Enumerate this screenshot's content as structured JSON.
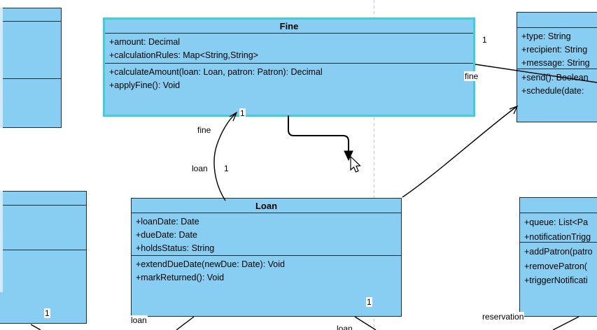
{
  "app": {
    "description": "UML class diagram editor canvas (library system model), one class selected, connector drag in progress"
  },
  "colors": {
    "canvas_bg": "#ffffff",
    "shape_fill": "#87cef2",
    "shape_stroke": "#1b2f3e",
    "selection_highlight": "#3ecfda",
    "edge_color": "#000000",
    "page_boundary_dash": "#c6c6c6",
    "label_bg": "#ffffff"
  },
  "classes": {
    "fine": {
      "title": "Fine",
      "selected": true,
      "attributes": [
        "+amount: Decimal",
        "+calculationRules: Map<String,String>"
      ],
      "methods": [
        "+calculateAmount(loan: Loan, patron: Patron): Decimal",
        "+applyFine(): Void"
      ]
    },
    "loan": {
      "title": "Loan",
      "attributes": [
        "+loanDate: Date",
        "+dueDate: Date",
        "+holdsStatus: String"
      ],
      "methods": [
        "+extendDueDate(newDue: Date): Void",
        "+markReturned(): Void"
      ]
    },
    "notification": {
      "title": "",
      "attributes": [
        "+type: String",
        "+recipient: String",
        "+message: String"
      ],
      "methods": [
        "+send(): Boolean",
        "+schedule(date:"
      ]
    },
    "reservation": {
      "title": "",
      "attributes": [
        "+queue: List<Pa",
        "+notificationTrigg"
      ],
      "methods": [
        "+addPatron(patro",
        "+removePatron(",
        "+triggerNotificati"
      ]
    },
    "partial_top_left": {
      "title": "",
      "attributes": [],
      "methods": []
    },
    "partial_bottom_left": {
      "title": "",
      "attributes": [],
      "methods": []
    }
  },
  "edge_labels": {
    "fine_role_left": "fine",
    "loan_role_left": "loan",
    "one_left": "1",
    "one_at_fine_anchor": "1",
    "one_top_right": "1",
    "fine_role_right": "fine",
    "loan_role_bottom_left": "loan",
    "one_inside_loan": "1",
    "loan_role_bottom_cut": "loan",
    "one_inside_bottom_left": "1",
    "reservation_role": "reservation"
  }
}
